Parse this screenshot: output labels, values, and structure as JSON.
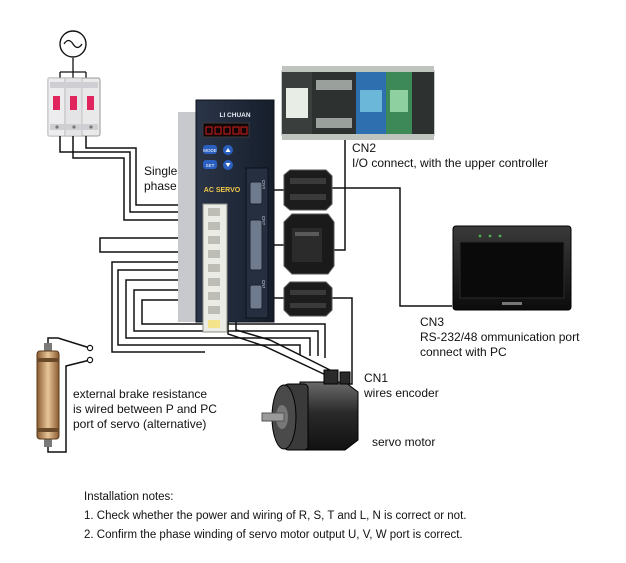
{
  "driver": {
    "brand": "LI CHUAN",
    "model": "AC SERVO",
    "buttons": [
      "MODE",
      "SET"
    ],
    "ports": [
      "CN3",
      "CN2",
      "CN1"
    ]
  },
  "labels": {
    "single_phase": [
      "Single",
      "phase"
    ],
    "cn2_title": "CN2",
    "cn2_desc": "I/O connect, with the upper controller",
    "cn3_title": "CN3",
    "cn3_desc": [
      "RS-232/48 ommunication port",
      "connect with PC"
    ],
    "cn1_title": "CN1",
    "cn1_desc": "wires encoder",
    "brake": [
      "external brake resistance",
      "is wired between P and PC",
      "port of servo (alternative)"
    ],
    "servo_motor": "servo motor"
  },
  "notes": {
    "title": "Installation notes:",
    "items": [
      "1. Check whether the power and wiring of R, S, T and L, N is correct or not.",
      "2. Confirm the phase winding of servo motor output U, V, W port is correct."
    ]
  },
  "colors": {
    "wire": "#111111",
    "driver_body": "#1f2a3c",
    "display_red": "#d21e1e",
    "button_blue": "#2a5fc0",
    "plc_green": "#3d8a58",
    "resistor": "#c8a070",
    "breaker_accent": "#e0245e"
  }
}
